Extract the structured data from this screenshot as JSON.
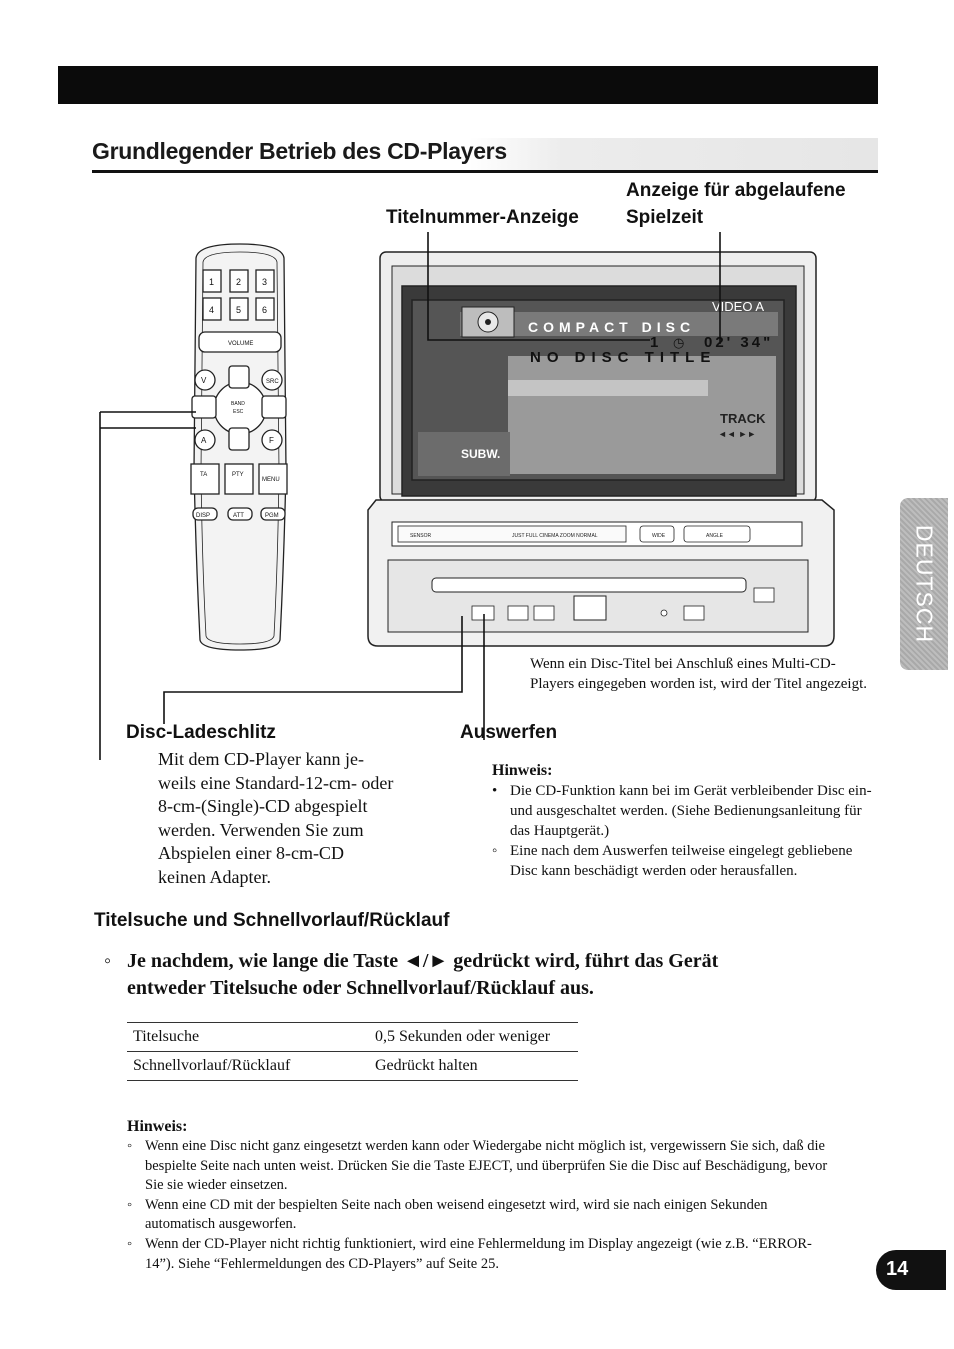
{
  "page": {
    "title": "Grundlegender Betrieb des CD-Players",
    "side_tab": "DEUTSCH",
    "page_number": "14"
  },
  "figure": {
    "callout_title_number": "Titelnummer-Anzeige",
    "callout_elapsed_line1": "Anzeige für abgelaufene",
    "callout_elapsed_line2": "Spielzeit",
    "label_disc_slot": "Disc-Ladeschlitz",
    "label_eject": "Auswerfen",
    "display": {
      "source": "VIDEO A",
      "mode": "COMPACT DISC",
      "track_number": "1",
      "elapsed_time": "02' 34\"",
      "disc_title": "NO DISC TITLE",
      "track_label": "TRACK",
      "track_arrows": "◄◄ ►►",
      "subwoofer": "SUBW."
    },
    "unit_buttons": {
      "sensor": "SENSOR",
      "modes": "JUST  FULL  CINEMA  ZOOM  NORMAL",
      "wide": "WIDE",
      "angle": "ANGLE"
    },
    "remote": {
      "keys_top": [
        "1",
        "2",
        "3",
        "4",
        "5",
        "6"
      ],
      "volume": "VOLUME",
      "src": "SRC",
      "band": "BAND ESC",
      "v": "V",
      "a": "A",
      "f": "F",
      "ta": "TA",
      "pty": "PTY",
      "menu": "MENU",
      "disp": "DISP",
      "att": "ATT",
      "pgm": "PGM"
    }
  },
  "caption_multi_cd": "Wenn ein Disc-Titel bei Anschluß eines Multi-CD-Players eingegeben worden ist, wird der Titel angezeigt.",
  "disc_slot_text": [
    "Mit dem CD-Player kann je-",
    "weils eine Standard-12-cm- oder",
    "8-cm-(Single)-CD abgespielt",
    "werden. Verwenden Sie zum",
    "Abspielen einer 8-cm-CD",
    "keinen Adapter."
  ],
  "eject_note": {
    "heading": "Hinweis:",
    "items": [
      "Die CD-Funktion kann bei im Gerät verbleibender Disc ein- und ausgeschaltet werden. (Siehe Bedienungsanleitung für das Hauptgerät.)",
      "Eine nach dem Auswerfen teilweise eingelegt gebliebene Disc kann beschädigt werden oder herausfallen."
    ]
  },
  "search_section": {
    "heading": "Titelsuche und Schnellvorlauf/Rücklauf",
    "instruction_line1": "Je nachdem, wie lange die Taste ◄/► gedrückt wird, führt das Gerät",
    "instruction_line2": "entweder Titelsuche oder Schnellvorlauf/Rücklauf aus.",
    "table": [
      [
        "Titelsuche",
        "0,5 Sekunden oder weniger"
      ],
      [
        "Schnellvorlauf/Rücklauf",
        "Gedrückt halten"
      ]
    ]
  },
  "bottom_note": {
    "heading": "Hinweis:",
    "items": [
      "Wenn eine Disc nicht ganz eingesetzt werden kann oder Wiedergabe nicht möglich ist, vergewissern Sie sich, daß die bespielte Seite nach unten weist. Drücken Sie die Taste EJECT, und überprüfen Sie die Disc auf Beschädigung, bevor Sie sie wieder einsetzen.",
      "Wenn eine CD mit der bespielten Seite nach oben weisend eingesetzt wird, wird sie nach einigen Sekunden automatisch ausgeworfen.",
      "Wenn der CD-Player nicht richtig funktioniert, wird eine Fehlermeldung im Display angezeigt (wie z.B. “ERROR-14”). Siehe “Fehlermeldungen des CD-Players” auf Seite 25."
    ]
  }
}
